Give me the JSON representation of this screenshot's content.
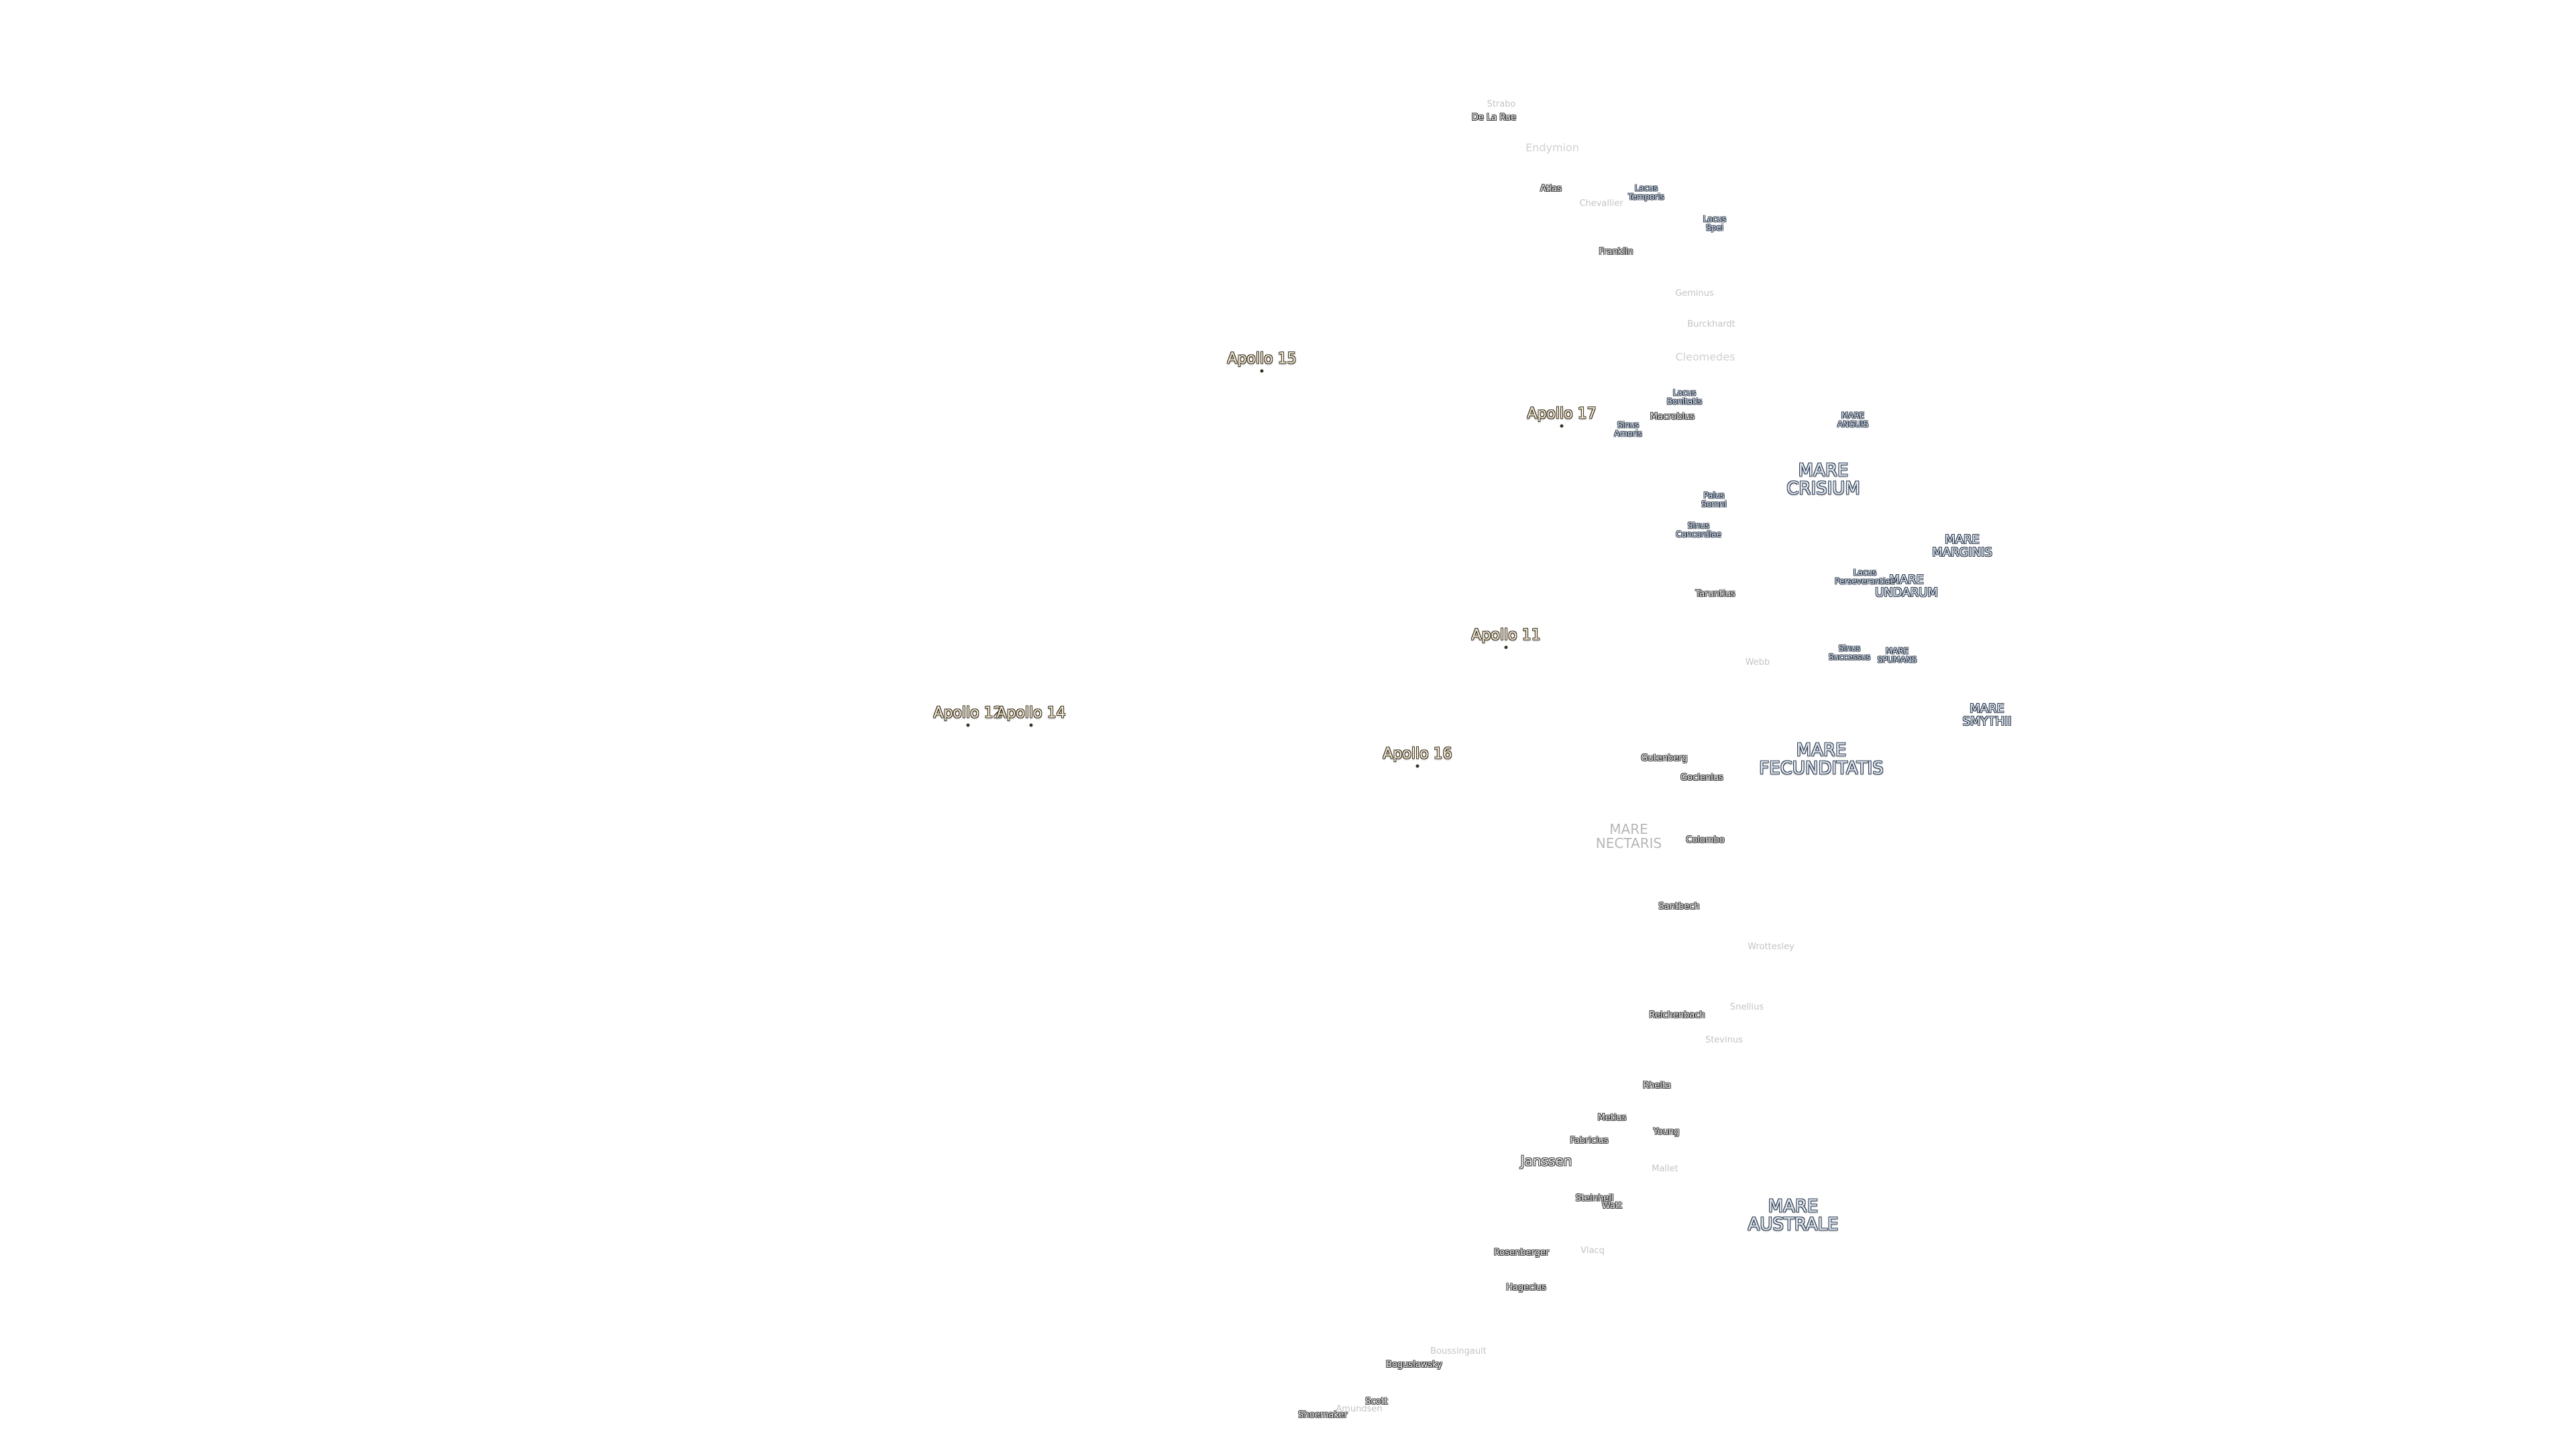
{
  "map": {
    "mare_large": [
      {
        "id": "crisium",
        "text": "MARE\nCRISIUM"
      },
      {
        "id": "fecunditatis",
        "text": "MARE\nFECUNDITATIS"
      },
      {
        "id": "australe",
        "text": "MARE\nAUSTRALE"
      }
    ],
    "mare_medium": [
      {
        "id": "marginis",
        "text": "MARE\nMARGINIS"
      },
      {
        "id": "undarum",
        "text": "MARE\nUNDARUM"
      },
      {
        "id": "smythii",
        "text": "MARE\nSMYTHII"
      }
    ],
    "mare_small": [
      {
        "id": "anguis",
        "text": "MARE\nANGUIS"
      },
      {
        "id": "spumans",
        "text": "MARE\nSPUMANS"
      },
      {
        "id": "lacus-temporis",
        "text": "Lacus\nTemporis"
      },
      {
        "id": "lacus-spei",
        "text": "Lacus\nSpei"
      },
      {
        "id": "lacus-bonitatis",
        "text": "Lacus\nBonitatis"
      },
      {
        "id": "sinus-amoris",
        "text": "Sinus\nAmoris"
      },
      {
        "id": "palus-somni",
        "text": "Palus\nSomni"
      },
      {
        "id": "sinus-concordiae",
        "text": "Sinus\nConcordiae"
      },
      {
        "id": "lacus-perseverantiae",
        "text": "Lacus\nPerseverantiae"
      },
      {
        "id": "sinus-successus",
        "text": "Sinus\nSuccessus"
      }
    ],
    "mare_faded": [
      {
        "id": "nectaris",
        "text": "MARE\nNECTARIS"
      }
    ],
    "craters": [
      {
        "id": "de-la-rue",
        "text": "De La Rue"
      },
      {
        "id": "atlas",
        "text": "Atlas"
      },
      {
        "id": "franklin",
        "text": "Franklin"
      },
      {
        "id": "macrobius",
        "text": "Macrobius"
      },
      {
        "id": "taruntius",
        "text": "Taruntius"
      },
      {
        "id": "gutenberg",
        "text": "Gutenberg"
      },
      {
        "id": "goclenius",
        "text": "Goclenius"
      },
      {
        "id": "colombo",
        "text": "Colombo"
      },
      {
        "id": "santbech",
        "text": "Santbech"
      },
      {
        "id": "reichenbach",
        "text": "Reichenbach"
      },
      {
        "id": "rheita",
        "text": "Rheita"
      },
      {
        "id": "metius",
        "text": "Metius"
      },
      {
        "id": "fabricius",
        "text": "Fabricius"
      },
      {
        "id": "young",
        "text": "Young"
      },
      {
        "id": "steinheil",
        "text": "Steinheil"
      },
      {
        "id": "watt",
        "text": "Watt"
      },
      {
        "id": "rosenberger",
        "text": "Rosenberger"
      },
      {
        "id": "hagecius",
        "text": "Hagecius"
      },
      {
        "id": "boguslawsky",
        "text": "Boguslawsky"
      },
      {
        "id": "scott",
        "text": "Scott"
      },
      {
        "id": "shoemaker",
        "text": "Shoemaker"
      }
    ],
    "craters_large": [
      {
        "id": "janssen",
        "text": "Janssen"
      }
    ],
    "craters_faded": [
      {
        "id": "strabo",
        "text": "Strabo"
      },
      {
        "id": "chevallier",
        "text": "Chevallier"
      },
      {
        "id": "geminus",
        "text": "Geminus"
      },
      {
        "id": "burckhardt",
        "text": "Burckhardt"
      },
      {
        "id": "webb",
        "text": "Webb"
      },
      {
        "id": "wrottesley",
        "text": "Wrottesley"
      },
      {
        "id": "snellius",
        "text": "Snellius"
      },
      {
        "id": "stevinus",
        "text": "Stevinus"
      },
      {
        "id": "mallet",
        "text": "Mallet"
      },
      {
        "id": "vlacq",
        "text": "Vlacq"
      },
      {
        "id": "boussingault",
        "text": "Boussingault"
      },
      {
        "id": "amundsen",
        "text": "Amundsen"
      }
    ],
    "craters_faded_large": [
      {
        "id": "endymion",
        "text": "Endymion"
      },
      {
        "id": "cleomedes",
        "text": "Cleomedes"
      }
    ],
    "apollo_sites": [
      {
        "id": "apollo-15",
        "text": "Apollo 15"
      },
      {
        "id": "apollo-17",
        "text": "Apollo 17"
      },
      {
        "id": "apollo-11",
        "text": "Apollo 11"
      },
      {
        "id": "apollo-12",
        "text": "Apollo 12"
      },
      {
        "id": "apollo-14",
        "text": "Apollo 14"
      },
      {
        "id": "apollo-16",
        "text": "Apollo 16"
      }
    ],
    "colors": {
      "background": "#ffffff",
      "mare_fill": "#dfe7f2",
      "mare_outline": "#2f3b4c",
      "crater_fill": "#f2f2f2",
      "crater_outline": "#3a3a3a",
      "apollo_fill": "#f3ead2",
      "apollo_outline": "#3b3226",
      "faded_label": "#c4c4c4"
    }
  }
}
